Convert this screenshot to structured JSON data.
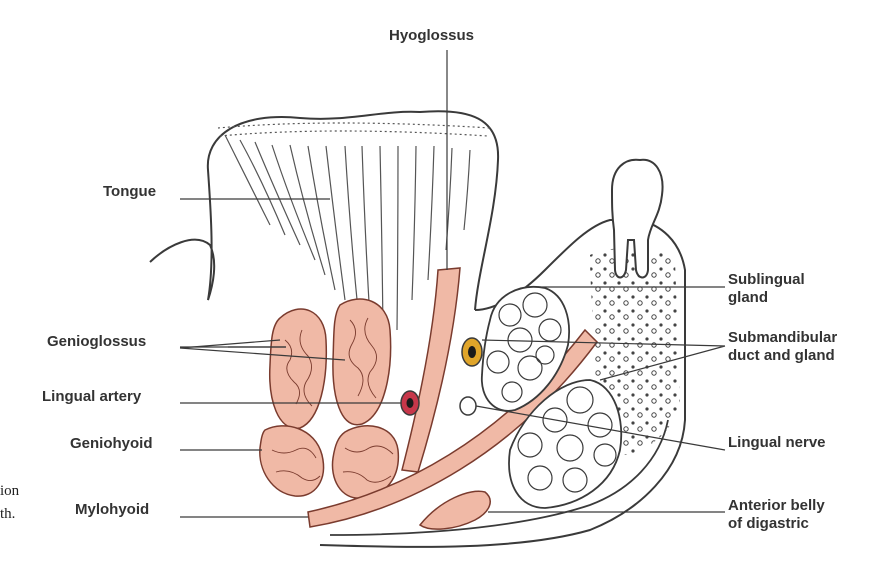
{
  "labels": {
    "hyoglossus": "Hyoglossus",
    "tongue": "Tongue",
    "sublingual_gland": [
      "Sublingual",
      "gland"
    ],
    "genioglossus": "Genioglossus",
    "submandibular": [
      "Submandibular",
      "duct and gland"
    ],
    "lingual_artery": "Lingual artery",
    "geniohyoid": "Geniohyoid",
    "lingual_nerve": "Lingual nerve",
    "mylohyoid": "Mylohyoid",
    "anterior_belly": [
      "Anterior belly",
      "of digastric"
    ]
  },
  "caption_fragment": [
    "ion",
    "th."
  ],
  "colors": {
    "muscle_fill": "#f0b9a6",
    "muscle_stroke": "#7a3b2e",
    "outline": "#3a3a3a",
    "duct_fill": "#e0a52a",
    "artery_fill": "#c7374a",
    "label_text": "#333333"
  }
}
